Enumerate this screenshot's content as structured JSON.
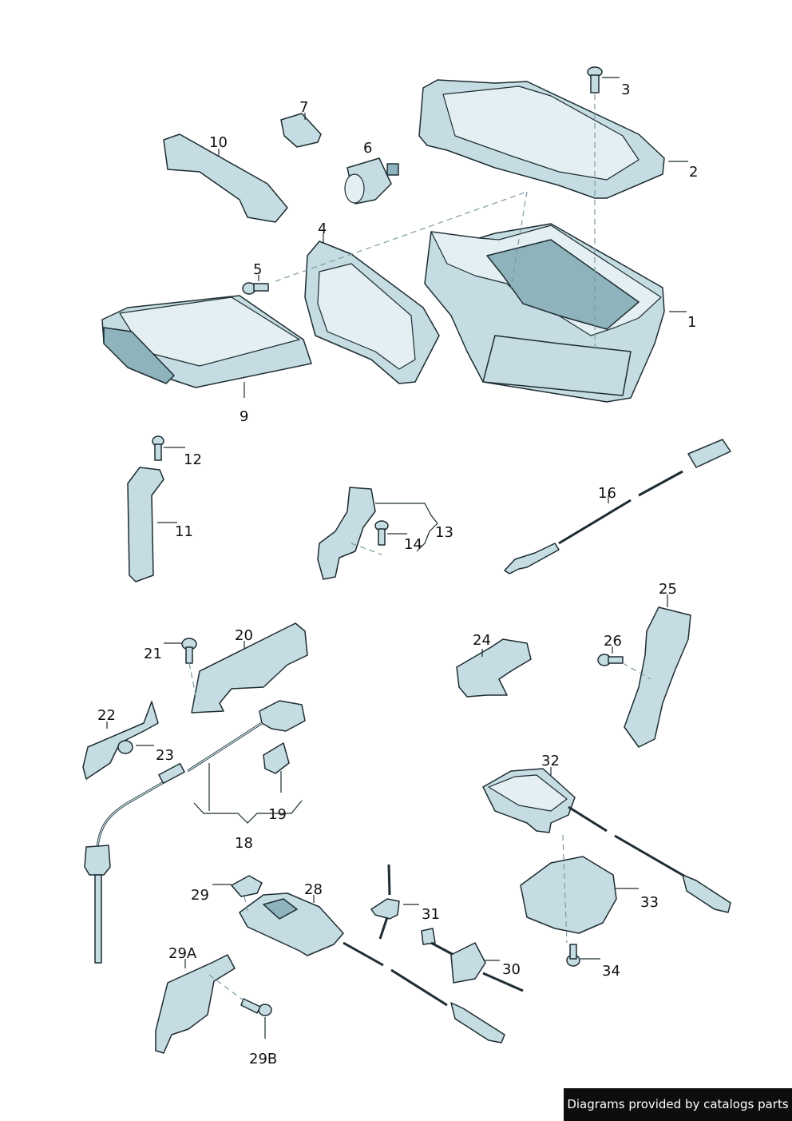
{
  "labels": {
    "l1": "1",
    "l2": "2",
    "l3": "3",
    "l4": "4",
    "l5": "5",
    "l6": "6",
    "l7": "7",
    "l9": "9",
    "l10": "10",
    "l11": "11",
    "l12": "12",
    "l13": "13",
    "l14": "14",
    "l16": "16",
    "l18": "18",
    "l19": "19",
    "l20": "20",
    "l21": "21",
    "l22": "22",
    "l23": "23",
    "l24": "24",
    "l25": "25",
    "l26": "26",
    "l28": "28",
    "l29": "29",
    "l29A": "29A",
    "l29B": "29B",
    "l30": "30",
    "l31": "31",
    "l32": "32",
    "l33": "33",
    "l34": "34"
  },
  "footer": {
    "text": "Diagrams provided by catalogs parts"
  },
  "colors": {
    "part_fill": "#c5dde2",
    "part_shade": "#8fb3bc",
    "outline": "#1d2c32",
    "footer_bg": "#0d0d0d"
  }
}
